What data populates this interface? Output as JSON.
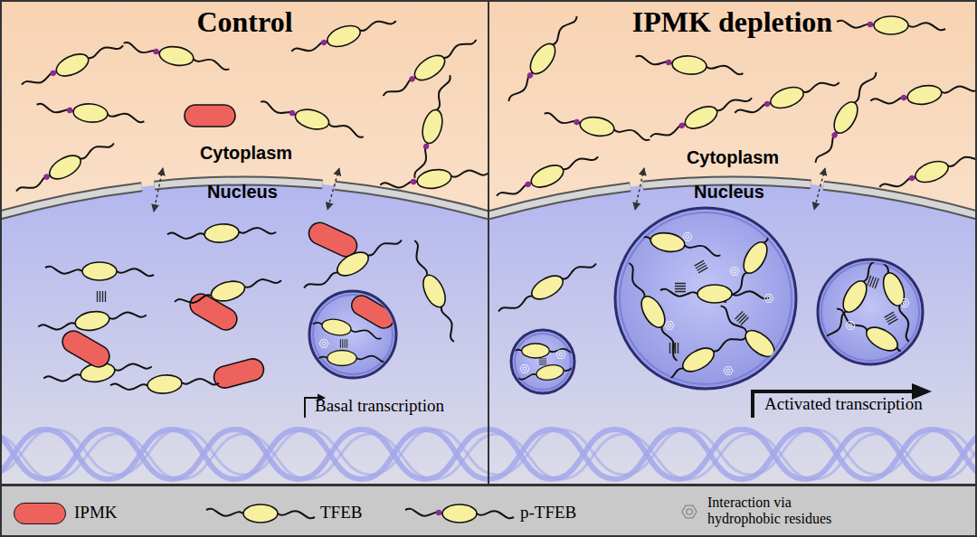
{
  "diagram": {
    "nodes": [
      {
        "text": [
          "Control"
        ]
      },
      {
        "text": [
          "IPMK depletion"
        ]
      }
    ],
    "labels": [
      "Cytoplasm",
      "Nucleus",
      "Basal transcription",
      "Cytoplasm",
      "Nucleus",
      "Activated transcription"
    ],
    "legend": [
      {
        "text": "IPMK",
        "color": "#ee625e"
      },
      {
        "text": "TFEB"
      },
      {
        "text": "p-TFEB"
      },
      {
        "text": "Interaction via hydrophobic residues"
      }
    ]
  }
}
